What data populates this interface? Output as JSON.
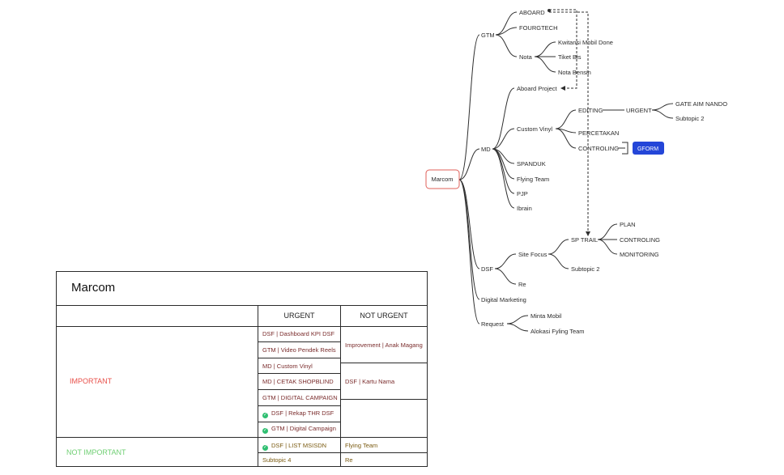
{
  "mindmap": {
    "root": "Marcom",
    "gtm": "GTM",
    "aboard": "ABOARD",
    "fourgtech": "FOURGTECH",
    "nota": "Nota",
    "kwitansi": "Kwitansi Mobil Done",
    "tiket": "Tiket Bis",
    "nota_bensin": "Nota Bensin",
    "aboard_project": "Aboard Project",
    "md": "MD",
    "custom_vinyl": "Custom Vinyl",
    "editing": "EDITING",
    "urgent": "URGENT",
    "gate": "GATE AIM NANDO",
    "subtopic2a": "Subtopic 2",
    "percetakan": "PERCETAKAN",
    "controling": "CONTROLING",
    "gform": "GFORM",
    "spanduk": "SPANDUK",
    "flying_team": "Flying Team",
    "pjp": "PJP",
    "ibrain": "Ibrain",
    "dsf": "DSF",
    "site_focus": "Site Focus",
    "sp_trail": "SP TRAIL",
    "plan": "PLAN",
    "controling2": "CONTROLING",
    "monitoring": "MONITORING",
    "subtopic2b": "Subtopic 2",
    "re": "Re",
    "digital_marketing": "Digital Marketing",
    "request": "Request",
    "minta_mobil": "Minta Mobil",
    "alokasi": "Alokasi Fyling Team",
    "colors": {
      "root_border": "#e0605a",
      "gform_bg": "#2446d8"
    }
  },
  "matrix": {
    "title": "Marcom",
    "col_urgent": "URGENT",
    "col_not_urgent": "NOT URGENT",
    "row_important": "IMPORTANT",
    "row_not_important": "NOT IMPORTANT",
    "important_urgent": [
      "DSF | Dashboard KPI DSF",
      "GTM | Video Pendek Reels",
      "MD | Custom Vinyl",
      "MD | CETAK SHOPBLIND",
      "GTM | DIGITAL CAMPAIGN",
      "DSF | Rekap THR DSF",
      "GTM | Digital Campaign"
    ],
    "important_not_urgent": [
      "Improvement | Anak Magang",
      "DSF | Kartu Nama"
    ],
    "not_important_urgent": [
      "DSF | LIST MSISDN",
      "Subtopic 4"
    ],
    "not_important_not_urgent": [
      "Flying Team",
      "Re"
    ],
    "colors": {
      "important": "#e8504a",
      "not_important": "#6fcf73",
      "cell_text": "#7a2c2c",
      "check": "#2fbf71"
    }
  }
}
